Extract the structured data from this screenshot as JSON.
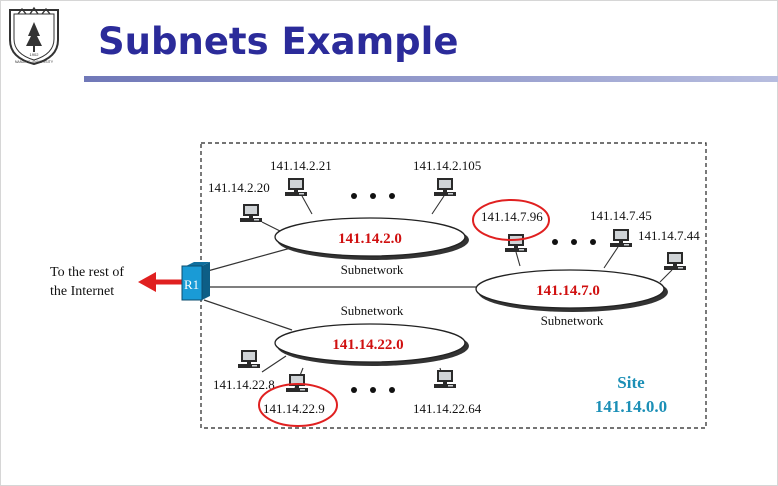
{
  "slide": {
    "title": "Subnets Example",
    "logo_text": "NANJING UNIVERSITY",
    "logo_year": "1902"
  },
  "diagram": {
    "internet_label_line1": "To the rest of",
    "internet_label_line2": "the Internet",
    "router_label": "R1",
    "site_label": "Site",
    "site_address": "141.14.0.0",
    "subnet_word": "Subnetwork",
    "net1": "141.14.2.0",
    "net2": "141.14.7.0",
    "net3": "141.14.22.0",
    "hosts": {
      "h2_21": "141.14.2.21",
      "h2_20": "141.14.2.20",
      "h2_105": "141.14.2.105",
      "h7_96": "141.14.7.96",
      "h7_45": "141.14.7.45",
      "h7_44": "141.14.7.44",
      "h22_8": "141.14.22.8",
      "h22_9": "141.14.22.9",
      "h22_64": "141.14.22.64"
    },
    "colors": {
      "title": "#2b2b9a",
      "network_address": "#d01010",
      "highlight_circle": "#e02020",
      "site": "#1b8fb6",
      "arrow": "#e02020",
      "router": "#1a9bd6"
    }
  }
}
